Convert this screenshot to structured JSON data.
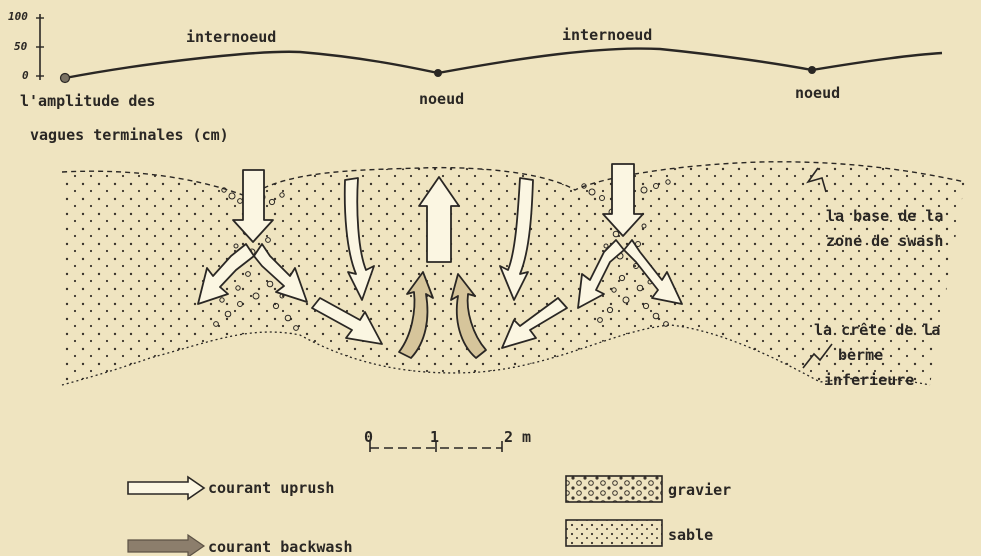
{
  "amplitude_axis": {
    "ticks": [
      "100",
      "50",
      "0"
    ],
    "label_line1": "l'amplitude  des",
    "label_line2": "vagues terminales (cm)"
  },
  "profile_labels": {
    "internode_1": "internoeud",
    "internode_2": "internoeud",
    "node_1": "noeud",
    "node_2": "noeud"
  },
  "annotations": {
    "swash_base_line1": "la base de la",
    "swash_base_line2": "zone de swash",
    "berm_line1": "la crête  de la",
    "berm_line2": "berme",
    "berm_line3": "inferieure"
  },
  "scale_bar": {
    "tick_0": "0",
    "tick_1": "1",
    "tick_2": "2 m"
  },
  "legend": {
    "uprush": "courant   uprush",
    "backwash": "courant   backwash",
    "gravel": "gravier",
    "sand": "sable"
  },
  "colors": {
    "paper": "#efe4c0",
    "ink": "#2a2724",
    "backwash_fill": "#8c7e6c",
    "uprush_fill": "#fbf6e2",
    "arrow_shade": "#d6c59b"
  }
}
